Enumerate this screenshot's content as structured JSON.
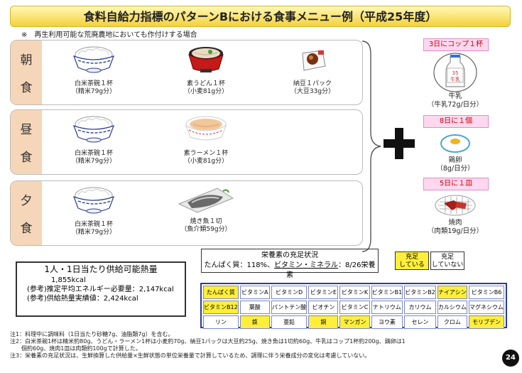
{
  "title": "食料自給力指標のパターンBにおける食事メニュー例（平成25年度）",
  "subnote": "※　再生利用可能な荒廃農地においても作付けする場合",
  "meals": [
    {
      "label": [
        "朝",
        "食"
      ],
      "foods": [
        {
          "icon": "rice-bowl-icon",
          "name": "白米茶碗１杯",
          "amount": "（精米79g分）"
        },
        {
          "icon": "udon-bowl-icon",
          "name": "素うどん１杯",
          "amount": "（小麦81g分）"
        },
        {
          "icon": "natto-pack-icon",
          "name": "納豆１パック",
          "amount": "（大豆33g分）"
        }
      ]
    },
    {
      "label": [
        "昼",
        "食"
      ],
      "foods": [
        {
          "icon": "rice-bowl-icon",
          "name": "白米茶碗１杯",
          "amount": "（精米79g分）"
        },
        {
          "icon": "ramen-bowl-icon",
          "name": "素ラーメン１杯",
          "amount": "（小麦81g分）"
        }
      ]
    },
    {
      "label": [
        "夕",
        "食"
      ],
      "foods": [
        {
          "icon": "rice-bowl-icon",
          "name": "白米茶碗１杯",
          "amount": "（精米79g分）"
        },
        {
          "icon": "grilled-fish-icon",
          "name": "焼き魚１切",
          "amount": "（魚介類59g分）"
        }
      ]
    }
  ],
  "extras": [
    {
      "freq": "3日にコップ１杯",
      "icon": "milk-bottle-icon",
      "name": "牛乳",
      "amount": "（牛乳72g/日分）",
      "bottle_text": [
        "35",
        "牛乳"
      ]
    },
    {
      "freq": "8日に１個",
      "icon": "egg-icon",
      "name": "鶏卵",
      "amount": "（8g/日分）"
    },
    {
      "freq": "5日に１皿",
      "icon": "grilled-meat-icon",
      "name": "焼肉",
      "amount": "（肉類19g/日分）"
    }
  ],
  "energy": {
    "heading": "1人・1日当たり供給可能熱量",
    "value": "1,855kcal",
    "line1": "(参考)推定平均エネルギー必要量：2,147kcal",
    "line2": "(参考)供給熱量実績値：2,424kcal"
  },
  "status": {
    "heading": "栄養素の充足状況",
    "prefix": "たんぱく質：118%、",
    "underlined": "ビタミン・ミネラル",
    "suffix": "：8/26栄養素"
  },
  "legend": {
    "satisfied": [
      "充足",
      "している"
    ],
    "unsatisfied": [
      "充足",
      "していない"
    ],
    "satisfied_color": "#ffef3a"
  },
  "nutrients": [
    {
      "name": "たんぱく質",
      "sat": true
    },
    {
      "name": "ビタミンA",
      "sat": false
    },
    {
      "name": "ビタミンD",
      "sat": false
    },
    {
      "name": "ビタミンE",
      "sat": false
    },
    {
      "name": "ビタミンK",
      "sat": false
    },
    {
      "name": "ビタミンB1",
      "sat": false
    },
    {
      "name": "ビタミンB2",
      "sat": false
    },
    {
      "name": "ナイアシン",
      "sat": true
    },
    {
      "name": "ビタミンB6",
      "sat": false
    },
    {
      "name": "ビタミンB12",
      "sat": true
    },
    {
      "name": "葉酸",
      "sat": false
    },
    {
      "name": "パントテン酸",
      "sat": false
    },
    {
      "name": "ビオチン",
      "sat": false
    },
    {
      "name": "ビタミンC",
      "sat": false
    },
    {
      "name": "ナトリウム",
      "sat": false
    },
    {
      "name": "カリウム",
      "sat": false
    },
    {
      "name": "カルシウム",
      "sat": false
    },
    {
      "name": "マグネシウム",
      "sat": false
    },
    {
      "name": "リン",
      "sat": false
    },
    {
      "name": "鉄",
      "sat": true
    },
    {
      "name": "亜鉛",
      "sat": false
    },
    {
      "name": "銅",
      "sat": true
    },
    {
      "name": "マンガン",
      "sat": true
    },
    {
      "name": "ヨウ素",
      "sat": false
    },
    {
      "name": "セレン",
      "sat": false
    },
    {
      "name": "クロム",
      "sat": false
    },
    {
      "name": "モリブデン",
      "sat": true
    }
  ],
  "footnotes": [
    "注1：料理中に調味料（1日当たり砂糖7g、油脂類7g）を含む。",
    "注2：白米茶碗1杯は精米約80g、うどん・ラーメン1杯は小麦約70g、納豆1パックは大豆約25g、焼き魚は1切約60g、牛乳はコップ1杯約200g、鶏卵は1",
    "　　個約60g、焼肉1皿は肉類約100gで計算した。",
    "注3：栄養素の充足状況は、生鮮換算した供給量×生鮮状態の単位栄養量で計算しているため、調理に伴う栄養成分の変化は考慮していない。"
  ],
  "page_number": "24"
}
